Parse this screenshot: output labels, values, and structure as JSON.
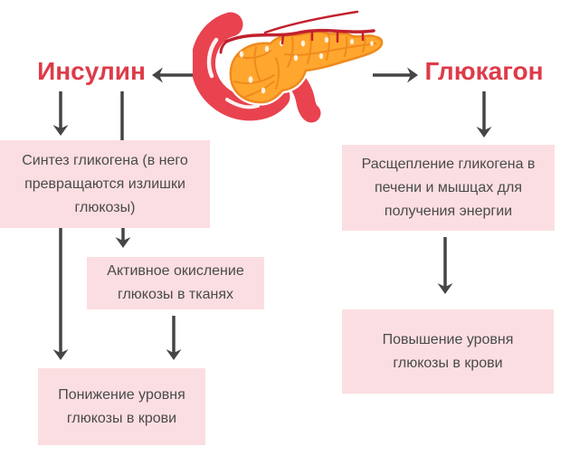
{
  "colors": {
    "accent_red": "#DE3B49",
    "box_pink": "#FBDEE1",
    "arrow_gray": "#454545",
    "text_gray": "#4A4A4A",
    "pancreas_orange": "#FFA62E",
    "pancreas_outline": "#EF8A1E",
    "duodenum_red": "#E8434F",
    "vessel_red": "#C2202E"
  },
  "illustration": {
    "name": "pancreas-with-duodenum"
  },
  "left": {
    "hormone_label": "Инсулин",
    "boxes": [
      {
        "text": "Синтез гликогена (в него превращаются излишки глюкозы)"
      },
      {
        "text": "Активное окисление глюкозы в тканях"
      },
      {
        "text": "Понижение уровня глюкозы в крови"
      }
    ]
  },
  "right": {
    "hormone_label": "Глюкагон",
    "boxes": [
      {
        "text": "Расщепление гликогена в печени и мышцах для получения энергии"
      },
      {
        "text": "Повышение уровня глюкозы в крови"
      }
    ]
  }
}
